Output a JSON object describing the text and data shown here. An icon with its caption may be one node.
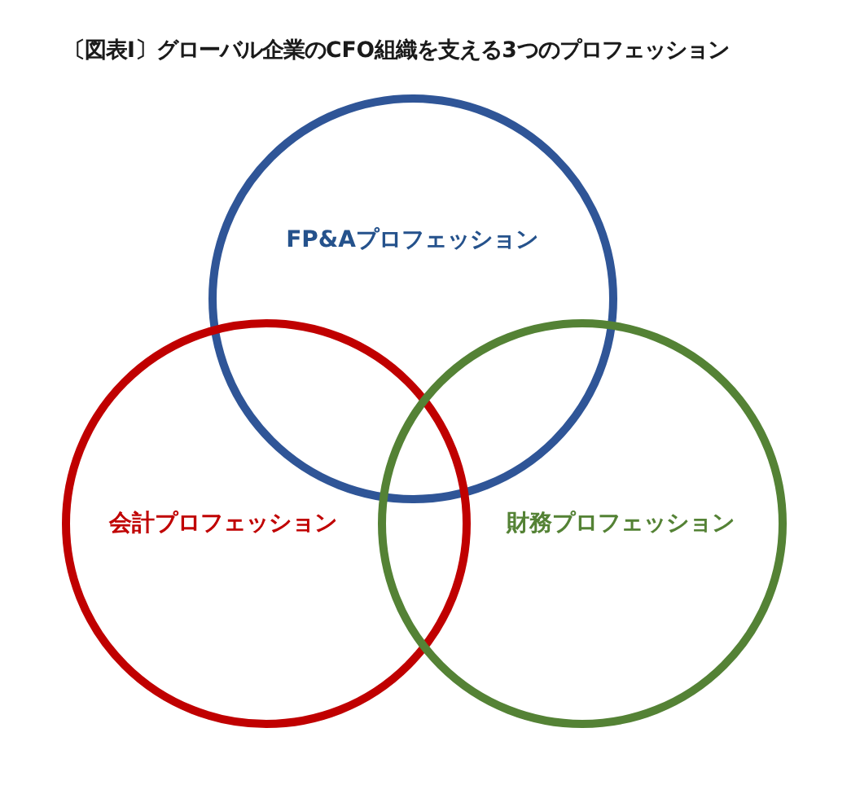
{
  "diagram": {
    "title": "〔図表Ⅰ〕グローバル企業のCFO組織を支える3つのプロフェッション",
    "nodes": [
      {
        "text": [
          "FP&Aプロフェッション"
        ]
      },
      {
        "text": [
          "会計プロフェッション"
        ]
      },
      {
        "text": [
          "財務プロフェッション"
        ]
      }
    ]
  }
}
